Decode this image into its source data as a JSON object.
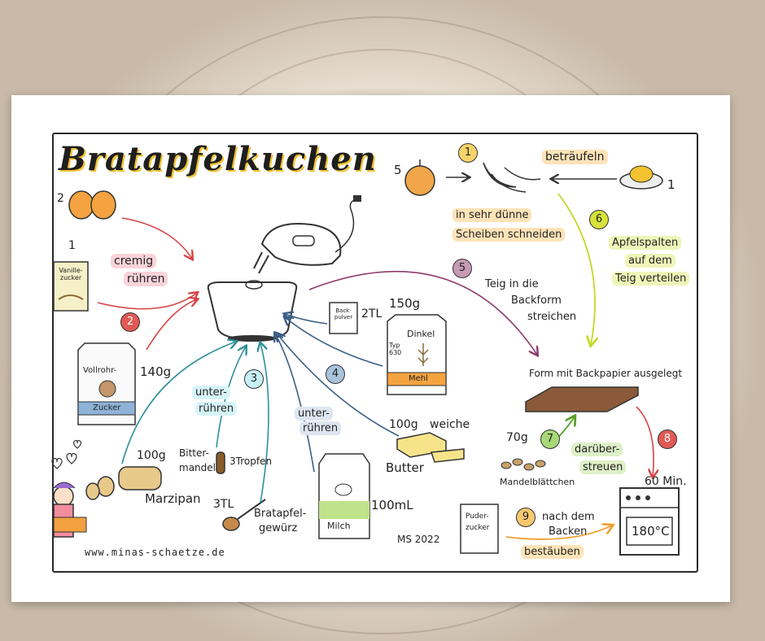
{
  "title": "Bratapfelkuchen",
  "website": "www.minas-schaetze.de",
  "signature": "MS 2022",
  "ingredients": {
    "eggs_qty": "2",
    "vanilla_qty": "1",
    "vanilla_label": "Vanille-zucker",
    "sugar_label": "Vollrohr-",
    "sugar_sub": "Zucker",
    "sugar_qty": "140g",
    "baking_powder_label": "Back-pulver",
    "baking_powder_qty": "2TL",
    "flour_qty": "150g",
    "flour_label": "Dinkel",
    "flour_type": "Typ 630",
    "flour_sub": "Mehl",
    "marzipan_qty": "100g",
    "marzipan_label": "Marzipan",
    "bitter_label_1": "Bitter-",
    "bitter_label_2": "mandel",
    "bitter_qty": "3Tropfen",
    "spice_qty": "3TL",
    "spice_label_1": "Bratapfel-",
    "spice_label_2": "gewürz",
    "milk_label": "Milch",
    "milk_qty": "100mL",
    "butter_qty": "100g",
    "butter_label": "weiche",
    "butter_name": "Butter",
    "apples_qty": "5",
    "lemon_qty": "1",
    "almonds_qty": "70g",
    "almonds_label": "Mandelblättchen",
    "powder_label_1": "Puder-",
    "powder_label_2": "zucker"
  },
  "steps": {
    "s1_num": "1",
    "s1_text_1": "in sehr dünne",
    "s1_text_2": "Scheiben schneiden",
    "drizzle": "beträufeln",
    "s2_num": "2",
    "s2_text_1": "cremig",
    "s2_text_2": "rühren",
    "s3_num": "3",
    "s3_text_1": "unter-",
    "s3_text_2": "rühren",
    "s4_num": "4",
    "s4_text_1": "unter-",
    "s4_text_2": "rühren",
    "s5_num": "5",
    "s5_text_1": "Teig in die",
    "s5_text_2": "Backform",
    "s5_text_3": "streichen",
    "s6_num": "6",
    "s6_text_1": "Apfelspalten",
    "s6_text_2": "auf dem",
    "s6_text_3": "Teig verteilen",
    "s7_num": "7",
    "s7_text_1": "darüber-",
    "s7_text_2": "streuen",
    "s8_num": "8",
    "s8_time": "60 Min.",
    "oven_temp": "180°C",
    "s9_num": "9",
    "s9_text_1": "nach dem",
    "s9_text_2": "Backen",
    "s9_text_3": "bestäuben",
    "tray_label": "Form mit Backpapier ausgelegt"
  },
  "colors": {
    "gold": "#f2c230",
    "red": "#e05a55",
    "pink": "#e99aa6",
    "green": "#9cc43a",
    "yellow_green": "#d6e23a",
    "blue": "#6f8fb0",
    "cyan": "#9fe0e8",
    "purple": "#8e3b6b",
    "orange": "#f4a340"
  }
}
